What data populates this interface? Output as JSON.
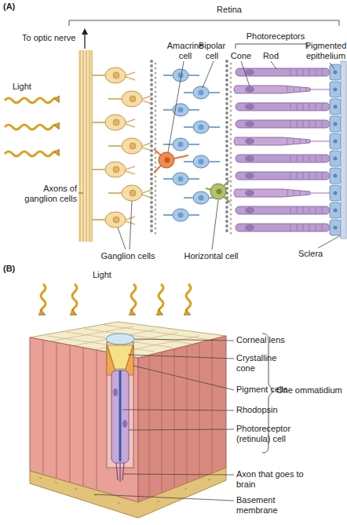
{
  "diagram": {
    "labels": [
      "(A)",
      "Retina",
      "To optic nerve",
      "Photoreceptors",
      "Amacrine cell",
      "Bipolar cell",
      "Cone",
      "Rod",
      "Pigmented epithelium",
      "Light",
      "Axons of ganglion cells",
      "Ganglion cells",
      "Horizontal cell",
      "Sclera",
      "(B)",
      "Light",
      "Corneal lens",
      "Crystalline cone",
      "Pigment cells",
      "Rhodopsin",
      "Photoreceptor (retinula) cell",
      "One ommatidium",
      "Axon that goes to brain",
      "Basement membrane"
    ]
  }
}
